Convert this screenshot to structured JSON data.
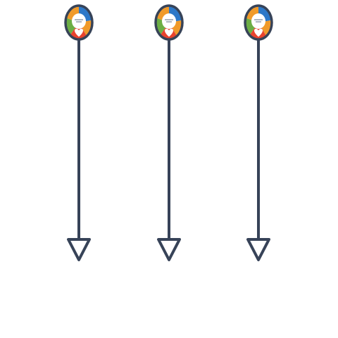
{
  "colors": {
    "background": "#ffffff",
    "stroke": "#374358",
    "segment_red": "#e8432e",
    "segment_orange": "#f09a2a",
    "segment_green": "#6cae45",
    "segment_blue": "#2d78c8",
    "center": "#ffffff",
    "heart": "#e8432e"
  },
  "markers": [
    {
      "name": "marker-1"
    },
    {
      "name": "marker-2"
    },
    {
      "name": "marker-3"
    }
  ],
  "icons": [
    "wheel-badge-icon",
    "down-arrowhead-icon"
  ]
}
